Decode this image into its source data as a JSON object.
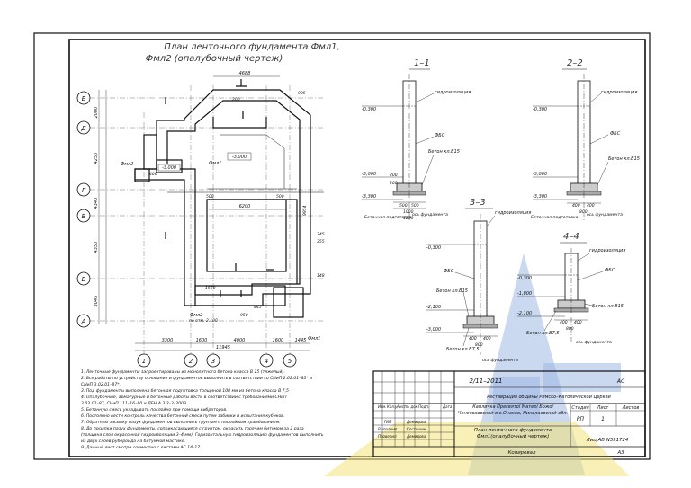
{
  "plan": {
    "title_line1": "План ленточного фундамента Фмл1,",
    "title_line2": "Фмл2 (опалубочный чертеж)",
    "axes_rows": [
      "Е",
      "Д",
      "Г",
      "В",
      "Б",
      "А"
    ],
    "axes_cols": [
      "1",
      "2",
      "3",
      "4",
      "5"
    ],
    "top_dim": "4688",
    "inner_dim": "6200",
    "bottom_dims": [
      "3300",
      "1600",
      "4000",
      "1600",
      "1445"
    ],
    "total_dim": "11945",
    "left_dims": [
      "2000",
      "4250",
      "4340",
      "4350",
      "3045"
    ],
    "level_main": "-3.000",
    "level_side": "-3.000",
    "label_fml1": "Фмл1",
    "label_fml2": "Фмл2",
    "label_fml2_b": "Фмл2",
    "level_note": "по отм.-2.100",
    "dims_misc": [
      "400",
      "500",
      "500",
      "985",
      "245",
      "355",
      "148",
      "445",
      "950",
      "9954",
      "1560",
      "200"
    ]
  },
  "sections": {
    "s11": {
      "title": "1–1",
      "level1": "-0,300",
      "level2": "-3,000",
      "level3": "-3,300",
      "waterproof": "гидроизоляция",
      "fbs": "ФБС",
      "concrete": "Бетон кл.В15",
      "prep": "Бетонная подготовка",
      "axis": "ось фундамента",
      "dims": [
        "200",
        "200",
        "500",
        "500",
        "1000",
        "1200"
      ]
    },
    "s22": {
      "title": "2–2",
      "level1": "-0,300",
      "level2": "-3,000",
      "level3": "-3,300",
      "waterproof": "гидроизоляция",
      "fbs": "ФБС",
      "concrete": "Бетон кл.В15",
      "prep": "Бетонная подготовка",
      "axis": "ось фундамента",
      "dims": [
        "400",
        "400",
        "800"
      ]
    },
    "s33": {
      "title": "3–3",
      "level1": "-0,300",
      "level2": "-2,100",
      "level3": "-3,000",
      "waterproof": "гидроизоляция",
      "fbs": "ФБС",
      "concrete": "Бетон кл.В15",
      "concrete2": "Бетон кл.В7,5",
      "axis": "ось фундамента",
      "dims": [
        "400",
        "400",
        "800"
      ]
    },
    "s44": {
      "title": "4–4",
      "level1": "-0,300",
      "level2": "-1,800",
      "level3": "-2,100",
      "waterproof": "гидроизоляция",
      "fbs": "ФБС",
      "concrete": "Бетон кл.В15",
      "concrete2": "Бетон кл.В7,5",
      "axis": "ось фундамента",
      "dims": [
        "400",
        "400",
        "800"
      ]
    }
  },
  "notes": [
    "1. Ленточные фундаменты запроектированы  из монолитного бетона  класса  В 15 (тяжелый).",
    "2. Все работы по устройству основания и фундаментов выполнить в соответствии со СНиП 2.02.01–83* и",
    "    СНиП 3.02.01–87*.",
    "3. Под фундаменты выполнена бетонная подготовка толщиной 100 мм из бетона класса В 7,5",
    "4. Опалубочные, арматурные и бетонные работы вести в соответствии с требованиями  СНиП",
    "3.03.01–87,  СНиП 111–16–80  и  ДБН А.3.2–2–2009.",
    "5. Бетонную смесь укладывать послойно при помощи вибраторов.",
    "6. Постоянно  вести  контроль  качества  бетонной  смеси  путем забивки  и  испытания  кубиков.",
    "7. Обратную засыпку пазух фундаментов выполнить грунтом с послойным трамбованием.",
    "8. До посыпки пазух фундаменты, соприкасающиеся с грунтом, окрасить горячим битумом за 2 раза",
    "(толщина слоя окрасочной гидроизоляции 3–4 мм). Горизонтальную гидроизоляцию фундаментов выполнить",
    "из двух слоев рубероида на битумной мастике.",
    "9. Данный лист смотри совместно с листами АС 14–17."
  ],
  "titleblock": {
    "doc_code": "2/11–2011",
    "mark": "АС",
    "project_desc": "Реставрация общины Римско–Католической Церкви",
    "headers": [
      "Изм.",
      "Кол.уч",
      "Лист",
      "№ док.",
      "Подп.",
      "Дата"
    ],
    "roles": [
      "ГИП",
      "Выполнил",
      "Проверил"
    ],
    "names": [
      "Демидова",
      "Костишин",
      "Демидова"
    ],
    "object": "Капличка Пресвятої Матері Божої Ченстоховской в с.Очаков, Николаевской обл.",
    "stage_hdr": "Стадия",
    "sheet_hdr": "Лист",
    "sheets_hdr": "Листов",
    "stage": "РП",
    "sheet": "1",
    "drawing_title": "План ленточного фундамента Фмл1(опалубочный чертеж)",
    "license": "Лиц.АВ N591724",
    "copied": "Копировал",
    "format": "А3"
  },
  "colors": {
    "line": "#111111",
    "watermark_blue": "#9fb8e3",
    "watermark_yellow": "#f3e37a"
  }
}
